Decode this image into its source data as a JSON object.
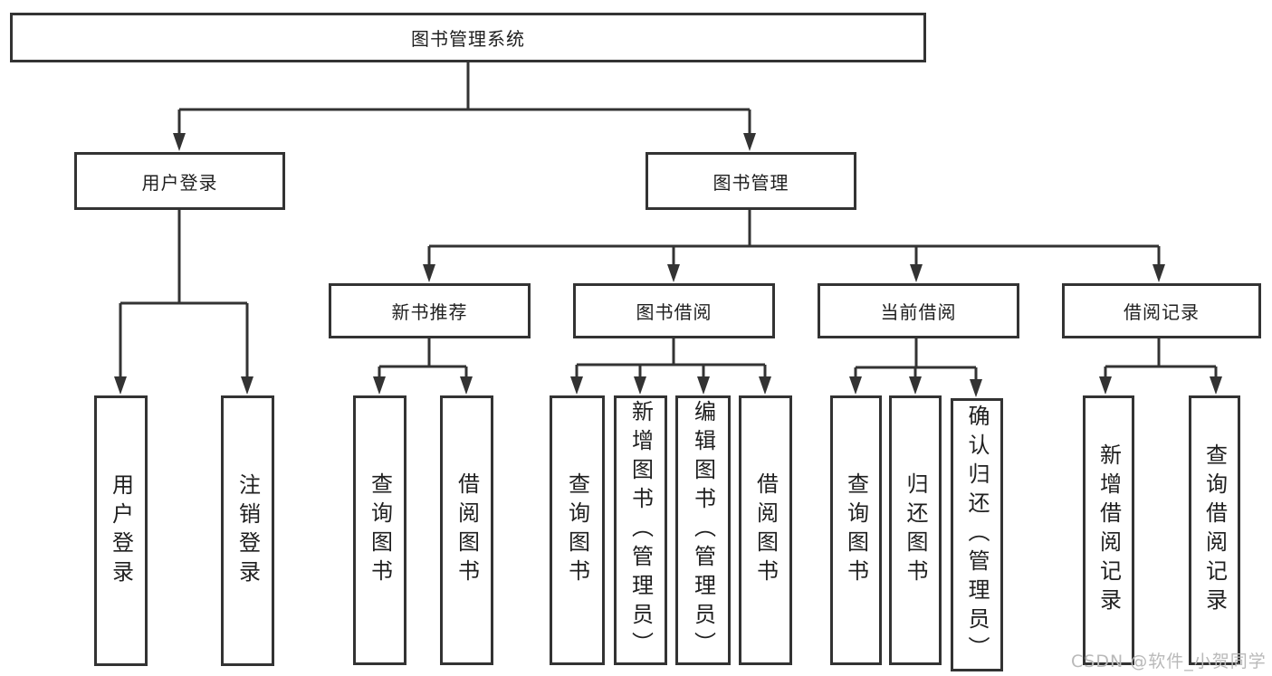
{
  "diagram": {
    "root": {
      "label": "图书管理系统"
    },
    "branches": [
      {
        "label": "用户登录",
        "children": [
          {
            "label": "用户登录"
          },
          {
            "label": "注销登录"
          }
        ]
      },
      {
        "label": "图书管理",
        "children": [
          {
            "label": "新书推荐",
            "children": [
              {
                "label": "查询图书"
              },
              {
                "label": "借阅图书"
              }
            ]
          },
          {
            "label": "图书借阅",
            "children": [
              {
                "label": "查询图书"
              },
              {
                "label": "新增图书（管理员）"
              },
              {
                "label": "编辑图书（管理员）"
              },
              {
                "label": "借阅图书"
              }
            ]
          },
          {
            "label": "当前借阅",
            "children": [
              {
                "label": "查询图书"
              },
              {
                "label": "归还图书"
              },
              {
                "label": "确认归还（管理员）"
              }
            ]
          },
          {
            "label": "借阅记录",
            "children": [
              {
                "label": "新增借阅记录"
              },
              {
                "label": "查询借阅记录"
              }
            ]
          }
        ]
      }
    ]
  },
  "watermark": {
    "text": "CSDN @软件_小贺同学"
  },
  "colors": {
    "line": "#333333",
    "text": "#1f1f1f",
    "watermark": "#b9b9b9",
    "background": "#ffffff"
  }
}
